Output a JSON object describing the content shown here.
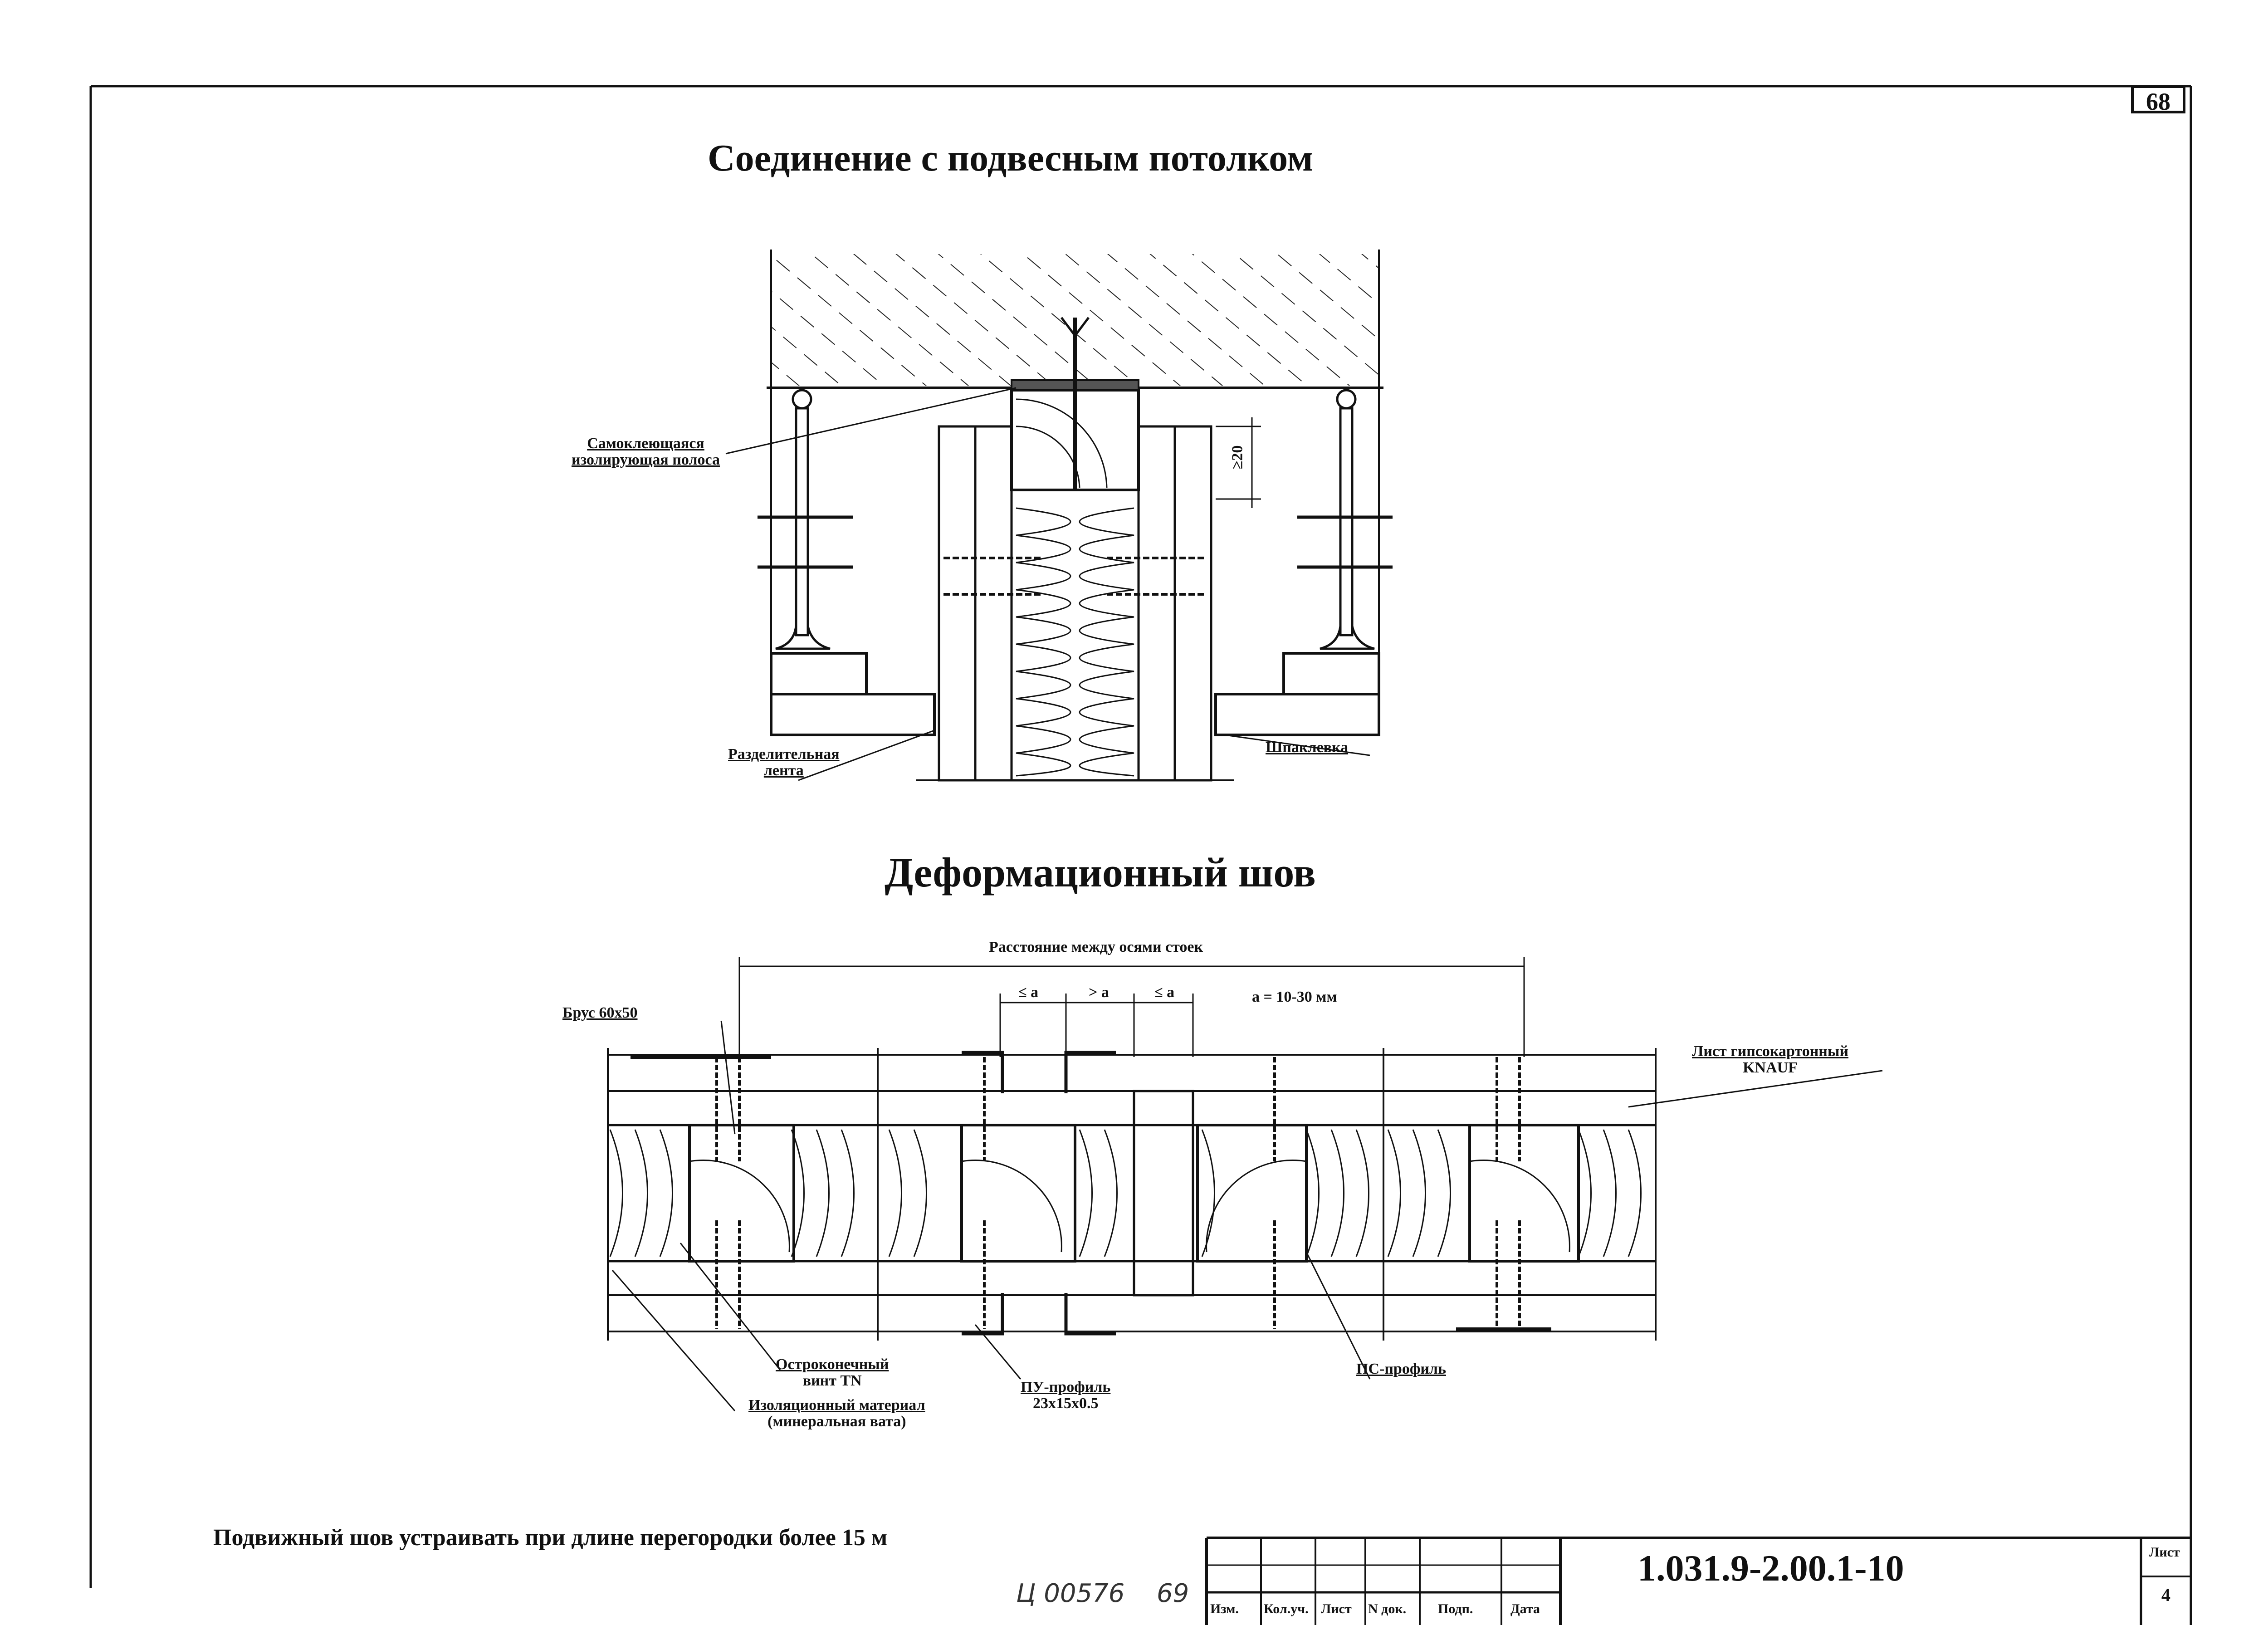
{
  "sheet_number": "68",
  "titles": {
    "ceiling": "Соединение с подвесным потолком",
    "joint": "Деформационный шов"
  },
  "ceiling_labels": {
    "tape_1": "Самоклеющаяся",
    "tape_2": "изолирующая полоса",
    "separator_1": "Разделительная",
    "separator_2": "лента",
    "putty": "Шпаклевка",
    "dim": "≥20"
  },
  "joint_labels": {
    "distance": "Расстояние между осями стоек",
    "le_a_1": "≤ а",
    "gt_a": "> а",
    "le_a_2": "≤ а",
    "a_value": "а = 10-30 мм",
    "beam": "Брус 60х50",
    "sheet_1": "Лист гипсокартонный",
    "sheet_2": "KNAUF",
    "screw_1": "Остроконечный",
    "screw_2": "винт TN",
    "insul_1": "Изоляционный материал",
    "insul_2": "(минеральная вата)",
    "pu_1": "ПУ-профиль",
    "pu_2": "23х15х0.5",
    "ps": "ПС-профиль"
  },
  "note": "Подвижный шов устраивать при длине перегородки более 15 м",
  "handwritten": {
    "inv": "Ц 00576",
    "page": "69"
  },
  "title_block": {
    "doc_number": "1.031.9-2.00.1-10",
    "sheet_label": "Лист",
    "sheet_value": "4",
    "columns": [
      "Изм.",
      "Кол.уч.",
      "Лист",
      "N док.",
      "Подп.",
      "Дата"
    ]
  }
}
